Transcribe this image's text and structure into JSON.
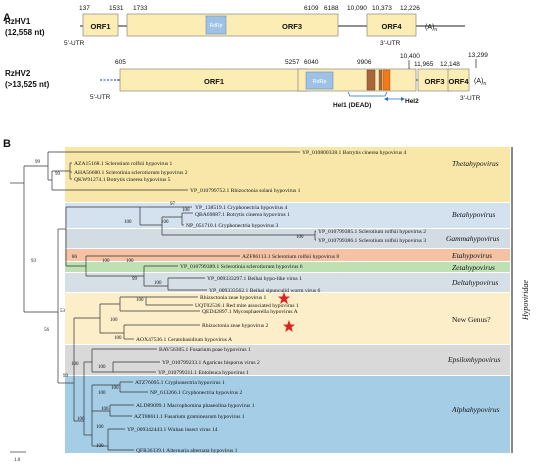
{
  "panel_a": {
    "label": "A",
    "genome1": {
      "name": "RzHV1",
      "length": "(12,558 nt)",
      "utr5": "5'-UTR",
      "utr3": "3'-UTR",
      "polyA": "(A)",
      "polyA_sub": "n",
      "orfs": [
        "ORF1",
        "ORF3",
        "ORF4"
      ],
      "domain": "RdRp",
      "coords": [
        "137",
        "1531",
        "1733",
        "6109",
        "6188",
        "10,090",
        "10,373",
        "12,226"
      ]
    },
    "genome2": {
      "name": "RzHV2",
      "length": "(>13,525 nt)",
      "utr5": "5'-UTR",
      "utr3": "3'-UTR",
      "polyA": "(A)",
      "polyA_sub": "n",
      "orfs": [
        "ORF1",
        "ORF3",
        "ORF4"
      ],
      "domain": "RdRp",
      "hel1": "Hel1 (DEAD)",
      "hel2": "Hel2",
      "coords": [
        "605",
        "5257",
        "6040",
        "9906",
        "10,400",
        "11,965",
        "12,148",
        "13,299"
      ]
    }
  },
  "panel_b": {
    "label": "B",
    "scale": "1.0",
    "colors": {
      "theta": "#f8e7a8",
      "beta": "#d4e1ef",
      "gamma": "#d3dbe3",
      "eta": "#f5c3a4",
      "zeta": "#bfe0b3",
      "delta": "#d6dee6",
      "newgenus": "#fbeec8",
      "epsilon": "#d9d9d9",
      "alpha": "#a6cde6"
    },
    "taxa": [
      "YP_010800338.1 Botrytis cinerea hypovirus 4",
      "AZA15168.1 Sclerotium rolfsii hypovirus 1",
      "AHA56680.1 Sclerotinia sclerotiorum hypovirus 2",
      "QKW91274.1 Botrytis cinerea hypovirus 5",
      "YP_010799752.1 Rhizoctonia solani hypovirus 1",
      "YP_138519.1 Cryphonectria hypovirus 4",
      "QBA69887.1 Botrytis cinerea hypovirus 1",
      "NP_051710.1 Cryphonectria hypovirus 3",
      "YP_010799385.1 Sclerotium rolfsii hypovirus 2",
      "YP_010799386.1 Sclerotium rolfsii hypovirus 3",
      "AZF86113.1 Sclerotium rolfsii hypovirus 8",
      "YP_010799389.1 Sclerotinia sclerotiorum hypovirus 6",
      "YP_009333297.1 Beihai hypo-like virus 1",
      "YP_009333562.1 Beihai sipunculid worm virus 6",
      "Rhizoctonia zeae hypovirus 1",
      "UQT02536.1 Red mite associated hypovirus 1",
      "QED42897.1 Mycosphaerella hypovirus A",
      "Rhizoctonia zeae hypovirus 2",
      "AOX47536.1 Ceratobasidium hypovirus A",
      "BAV56305.1 Fusarium poae hypovirus 1",
      "YP_010799233.1 Agaricus bisporus virus 2",
      "YP_010799311.1 Entoleuca hypovirus 1",
      "ATZ76095.1 Cryphonectria hypovirus 1",
      "NP_613266.1 Cryphonectria hypovirus 2",
      "ALD89099.1 Macrophomina phaseolina hypovirus 1",
      "AZT88611.1 Fusarium graminearum hypovirus 1",
      "YP_009342443.1 Wuhan insect virus 14",
      "QFR36339.1 Alternaria alternata hypovirus 1"
    ],
    "genera": [
      "Thetahypovirus",
      "Betahypovirus",
      "Gammahypovirus",
      "Etahypovirus",
      "Zetahypovirus",
      "Deltahypovirus",
      "New Genus?",
      "Epsilonhypovirus",
      "Alphahypovirus"
    ],
    "family": "Hypoviridae",
    "bootstraps": [
      "99",
      "97",
      "99",
      "100",
      "100",
      "100",
      "86",
      "100",
      "100",
      "93",
      "99",
      "100",
      "100",
      "100",
      "100",
      "100",
      "53",
      "56",
      "100",
      "100",
      "100",
      "100",
      "100",
      "100",
      "100",
      "100",
      "99"
    ]
  }
}
